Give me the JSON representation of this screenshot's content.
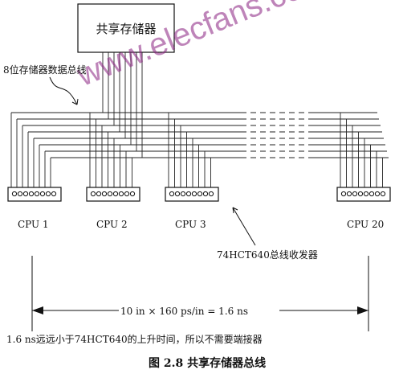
{
  "memory_label": "共享存储器",
  "bus_label": "8位存储器数据总线",
  "cpus": [
    "CPU 1",
    "CPU 2",
    "CPU 3",
    "CPU 20"
  ],
  "transceiver_label": "74HCT640总线收发器",
  "distance_label": "10 in × 160 ps/in = 1.6 ns",
  "note": "1.6 ns远远小于74HCT640的上升时间，所以不需要端接器",
  "caption": "图 2.8    共享存储器总线",
  "watermark": "www.elecfans.com"
}
